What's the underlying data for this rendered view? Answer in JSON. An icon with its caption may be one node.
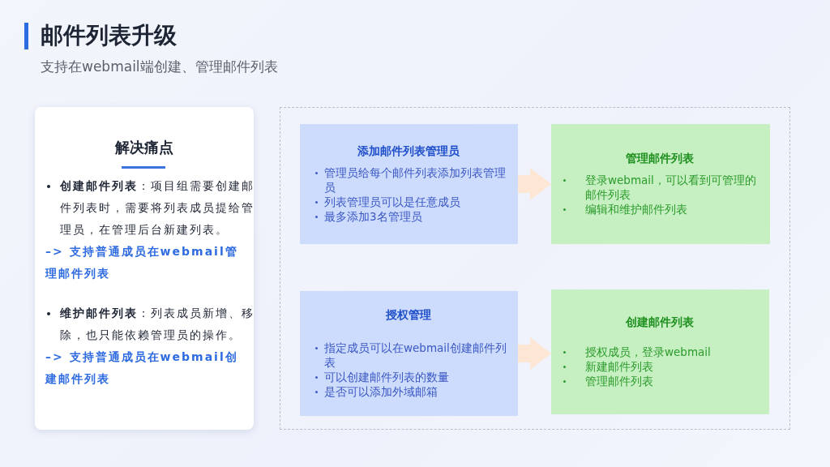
{
  "diagram": {
    "title": "邮件列表升级",
    "nodes": [
      {
        "text": [
          "解决痛点",
          "**创建邮件列表**：项目组需要创建邮件列表时，需要将列表成员提给管理员，在管理后台新建列表。",
          "–> 支持普通成员在webmail管理邮件列表",
          "**维护邮件列表**：列表成员新增、移除，也只能依赖管理员的操作。",
          "–> 支持普通成员在webmail创建邮件列表"
        ]
      },
      {
        "text": [],
        "shape": "box"
      },
      {
        "text": [
          "添加邮件列表管理员",
          "管理员给每个邮件列表添加列表管理员",
          "列表管理员可以是任意成员",
          "最多添加3名管理员"
        ],
        "in": 1
      },
      {
        "text": [
          "管理邮件列表",
          "登录webmail，可以看到可管理的邮件列表",
          "编辑和维护邮件列表"
        ],
        "in": 1
      },
      {
        "text": [
          "授权管理",
          "指定成员可以在webmail创建邮件列表",
          "可以创建邮件列表的数量",
          "是否可以添加外域邮箱"
        ],
        "in": 1
      },
      {
        "text": [
          "创建邮件列表",
          "授权成员，登录webmail",
          "新建邮件列表",
          "管理邮件列表"
        ],
        "in": 1
      }
    ],
    "edges": [
      {
        "from": 2,
        "to": 3,
        "arrow": "to"
      },
      {
        "from": 4,
        "to": 5,
        "arrow": "to"
      }
    ],
    "labels": [
      "支持在webmail端创建、管理邮件列表"
    ]
  }
}
